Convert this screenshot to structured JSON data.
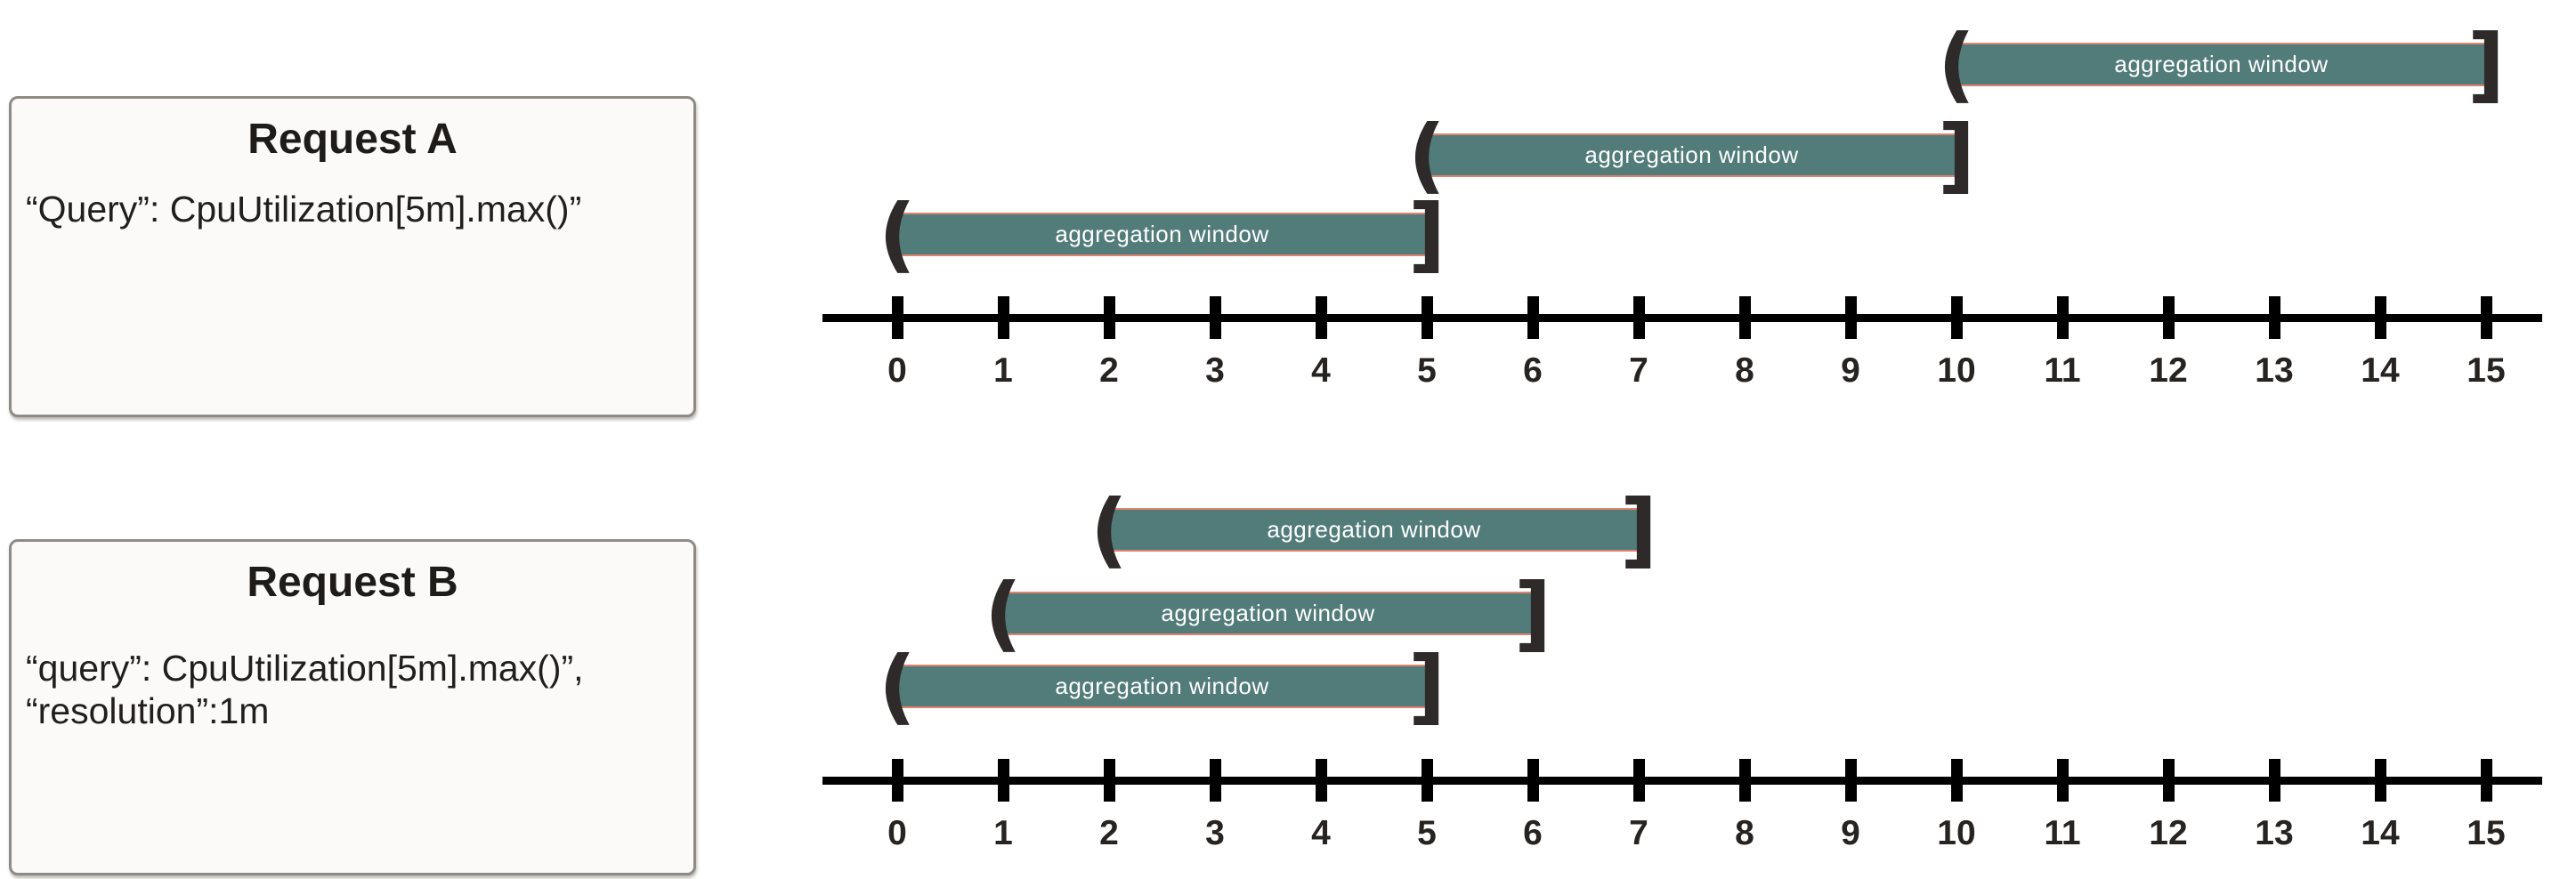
{
  "colors": {
    "bar_fill": "#527c7a",
    "bar_border": "#e0826e",
    "bar_label_text": "#ffffff",
    "bracket": "#2e2a29",
    "axis": "#000000",
    "tick_label_text": "#262321",
    "box_border": "#8f8a84",
    "box_fill": "#fbfaf9",
    "title_text": "#1f1b18",
    "body_text": "#221e1c"
  },
  "brackets": {
    "open": "(",
    "close": "]"
  },
  "request_a": {
    "title": "Request A",
    "body_lines": [
      "“Query”: CpuUtilization[5m].max()”"
    ]
  },
  "request_b": {
    "title": "Request B",
    "body_lines": [
      "“query”: CpuUtilization[5m].max()”,",
      "“resolution”:1m"
    ]
  },
  "timelines": [
    {
      "name": "request-a",
      "axis_ticks": [
        "0",
        "1",
        "2",
        "3",
        "4",
        "5",
        "6",
        "7",
        "8",
        "9",
        "10",
        "11",
        "12",
        "13",
        "14",
        "15"
      ],
      "windows": [
        {
          "label": "aggregation window",
          "start": 0,
          "end": 5
        },
        {
          "label": "aggregation window",
          "start": 5,
          "end": 10
        },
        {
          "label": "aggregation window",
          "start": 10,
          "end": 15
        }
      ]
    },
    {
      "name": "request-b",
      "axis_ticks": [
        "0",
        "1",
        "2",
        "3",
        "4",
        "5",
        "6",
        "7",
        "8",
        "9",
        "10",
        "11",
        "12",
        "13",
        "14",
        "15"
      ],
      "windows": [
        {
          "label": "aggregation window",
          "start": 0,
          "end": 5
        },
        {
          "label": "aggregation window",
          "start": 1,
          "end": 6
        },
        {
          "label": "aggregation window",
          "start": 2,
          "end": 7
        }
      ]
    }
  ]
}
